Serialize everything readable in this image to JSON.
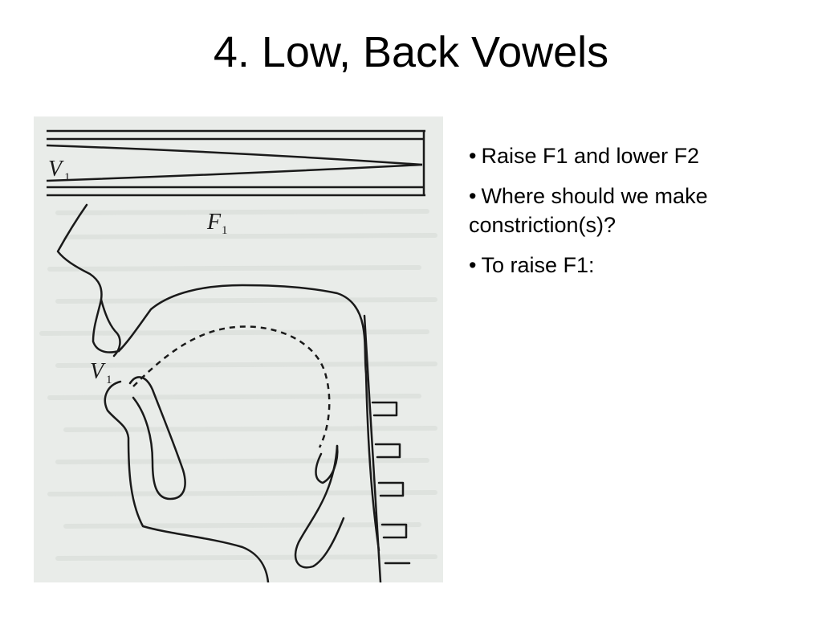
{
  "slide": {
    "title": "4. Low, Back Vowels"
  },
  "figure": {
    "tube_label": "V",
    "tube_label_sub": "1",
    "formant_label": "F",
    "formant_label_sub": "1",
    "tract_label": "V",
    "tract_label_sub": "1"
  },
  "bullets": [
    {
      "marker": "•",
      "text": "Raise F1 and lower F2"
    },
    {
      "marker": "•",
      "text": "Where should we make constriction(s)?"
    },
    {
      "marker": "•",
      "text": "To raise F1:"
    }
  ],
  "colors": {
    "figure_background": "#e9ece9",
    "line": "#1a1a1a"
  }
}
